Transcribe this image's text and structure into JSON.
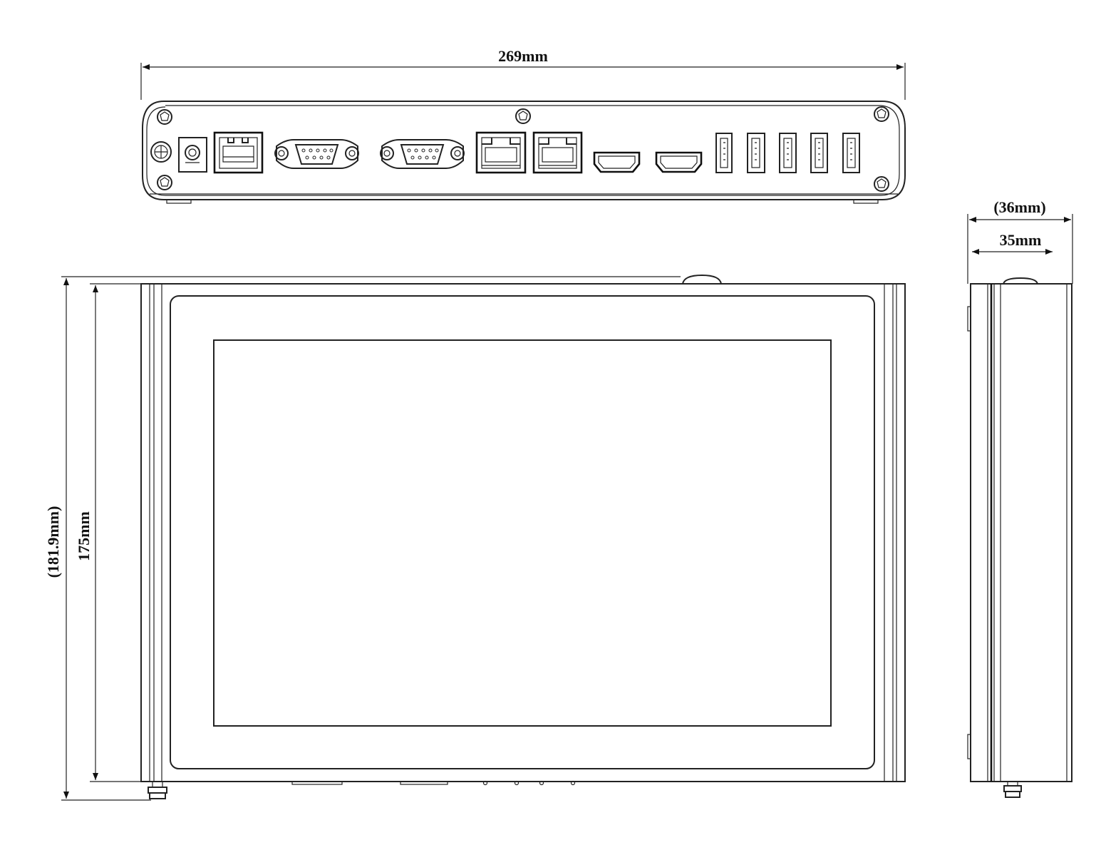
{
  "dimensions": {
    "width_top": "269mm",
    "height_outer": "(181.9mm)",
    "height_inner": "175mm",
    "depth_outer": "(36mm)",
    "depth_inner": "35mm"
  },
  "rear_panel_ports": [
    "power-jack",
    "rj45-port",
    "db9-serial-port",
    "db9-serial-port",
    "rj45-port",
    "rj45-port",
    "hdmi-port",
    "hdmi-port",
    "usb-port",
    "usb-port",
    "usb-port",
    "usb-port",
    "usb-port"
  ],
  "colors": {
    "line": "#222222",
    "background": "#ffffff"
  }
}
